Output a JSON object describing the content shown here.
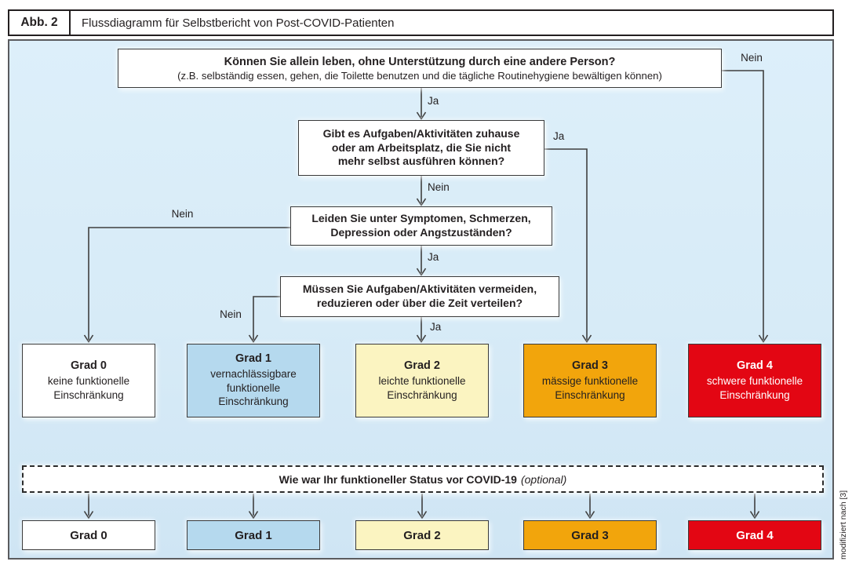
{
  "figure_header": {
    "label": "Abb. 2",
    "title": "Flussdiagramm für Selbstbericht von Post-COVID-Patienten"
  },
  "credit": "modifiziert nach [3]",
  "questions": {
    "q1": {
      "title": "Können Sie allein leben, ohne Unterstützung durch eine andere Person?",
      "hint": "(z.B. selbständig essen, gehen, die Toilette benutzen und die tägliche Routinehygiene bewältigen können)"
    },
    "q2": {
      "text": "Gibt es Aufgaben/Aktivitäten zuhause\noder am Arbeitsplatz, die Sie nicht\nmehr selbst ausführen können?"
    },
    "q3": {
      "text": "Leiden Sie unter Symptomen, Schmerzen,\nDepression oder Angstzuständen?"
    },
    "q4": {
      "text": "Müssen Sie Aufgaben/Aktivitäten vermeiden,\nreduzieren oder über die Zeit verteilen?"
    }
  },
  "answer_labels": {
    "q1_ja": "Ja",
    "q1_nein": "Nein",
    "q2_nein": "Nein",
    "q2_ja": "Ja",
    "q3_ja": "Ja",
    "q3_nein": "Nein",
    "q4_ja": "Ja",
    "q4_nein": "Nein"
  },
  "grades": [
    {
      "name": "Grad 0",
      "description": "keine funktionelle\nEinschränkung",
      "bg": "#ffffff",
      "fg": "#231f20"
    },
    {
      "name": "Grad 1",
      "description": "vernachlässigbare\nfunktionelle\nEinschränkung",
      "bg": "#b5d9ee",
      "fg": "#231f20"
    },
    {
      "name": "Grad 2",
      "description": "leichte funktionelle\nEinschränkung",
      "bg": "#fbf4c1",
      "fg": "#231f20"
    },
    {
      "name": "Grad 3",
      "description": "mässige funktionelle\nEinschränkung",
      "bg": "#f2a50c",
      "fg": "#231f20"
    },
    {
      "name": "Grad 4",
      "description": "schwere funktionelle\nEinschränkung",
      "bg": "#e30613",
      "fg": "#ffffff"
    }
  ],
  "pre_covid_box": {
    "question": "Wie war Ihr funktioneller Status vor COVID-19",
    "note": "(optional)"
  },
  "colors": {
    "panel_bg": "#d9ecf8",
    "line": "#3f3f3f",
    "box_border": "#3a3a3a",
    "panel_border": "#5a5b5e",
    "grade3_orange": "#f2a50c",
    "grade4_red": "#e30613",
    "grade1_blue": "#b5d9ee",
    "grade2_yellow": "#fbf4c1"
  }
}
